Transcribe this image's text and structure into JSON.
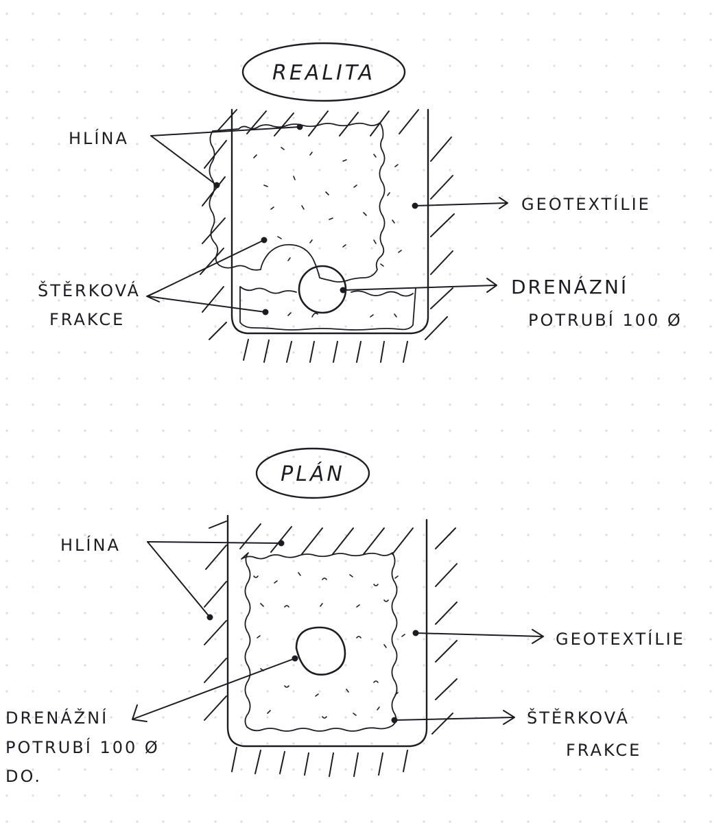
{
  "top_title": "REALITA",
  "bottom_title": "PLÁN",
  "labels": {
    "hlina": "HLÍNA",
    "sterkova": "ŠTĚRKOVÁ",
    "frakce": "FRAKCE",
    "geotextilie": "GEOTEXTÍLIE",
    "drenazni_top": "DRENÁZNÍ",
    "potrubi_top": "POTRUBÍ 100 Ø",
    "drenazni_bottom": "DRENÁŽNÍ",
    "potrubi_bottom": "POTRUBÍ 100 Ø",
    "do": "DO."
  },
  "colors": {
    "ink": "#1c1c22",
    "paper": "#ffffff",
    "grid_dot": "#dcdcdc"
  }
}
